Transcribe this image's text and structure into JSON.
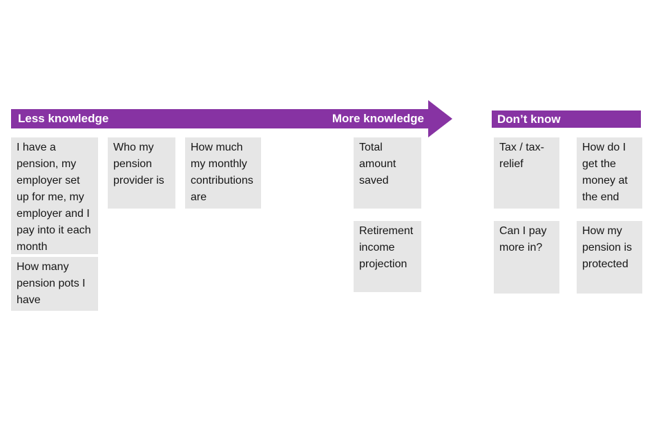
{
  "colors": {
    "purple": "#8733A3",
    "box_background": "#E6E6E6",
    "box_text": "#161616",
    "banner_text": "#FFFFFF",
    "page_background": "#FFFFFF"
  },
  "banners": {
    "knowledge_axis": {
      "left_label": "Less knowledge",
      "right_label": "More knowledge",
      "arrow_direction": "right"
    },
    "dont_know": {
      "label": "Don’t know"
    }
  },
  "knowledge_items": [
    {
      "text": "I have a pension, my employer set up for me, my employer and I pay into it each month"
    },
    {
      "text": "How many pension pots I have"
    },
    {
      "text": "Who my pension provider is"
    },
    {
      "text": "How much my monthly contributions are"
    },
    {
      "text": "Total amount saved"
    },
    {
      "text": "Retirement income projection"
    }
  ],
  "dont_know_items": [
    {
      "text": "Tax / tax-relief"
    },
    {
      "text": "How do I get the money at the end"
    },
    {
      "text": "Can I pay more in?"
    },
    {
      "text": "How my pension is protected"
    }
  ]
}
